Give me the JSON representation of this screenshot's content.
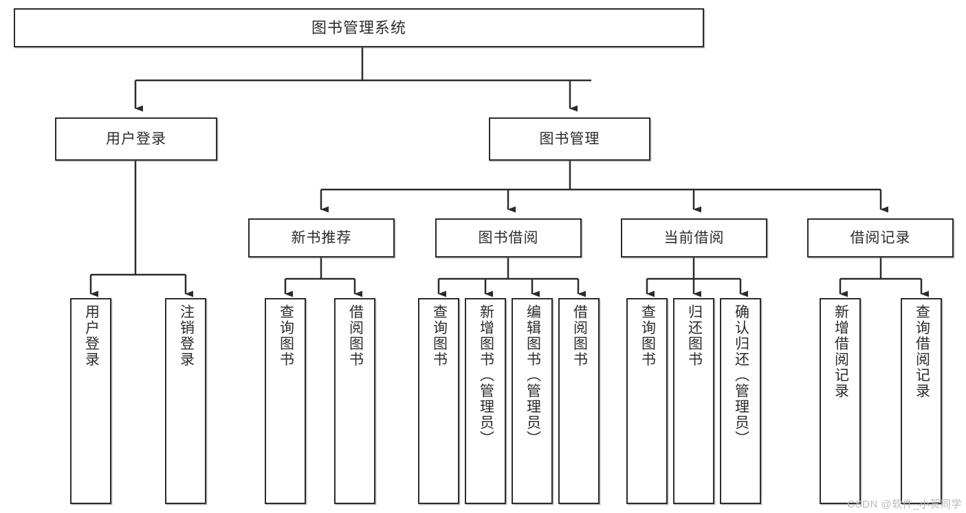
{
  "diagram": {
    "type": "tree-hierarchy",
    "title": "图书管理系统",
    "root": {
      "label": "图书管理系统"
    },
    "level2": [
      {
        "label": "用户登录"
      },
      {
        "label": "图书管理"
      }
    ],
    "level3": [
      {
        "label": "新书推荐"
      },
      {
        "label": "图书借阅"
      },
      {
        "label": "当前借阅"
      },
      {
        "label": "借阅记录"
      }
    ],
    "leaves": {
      "user_login": [
        {
          "label": "用户登录"
        },
        {
          "label": "注销登录"
        }
      ],
      "new_book_recommend": [
        {
          "label": "查询图书"
        },
        {
          "label": "借阅图书"
        }
      ],
      "book_borrow": [
        {
          "label": "查询图书"
        },
        {
          "label": "新增图书（管理员）"
        },
        {
          "label": "编辑图书（管理员）"
        },
        {
          "label": "借阅图书"
        }
      ],
      "current_borrow": [
        {
          "label": "查询图书"
        },
        {
          "label": "归还图书"
        },
        {
          "label": "确认归还（管理员）"
        }
      ],
      "borrow_records": [
        {
          "label": "新增借阅记录"
        },
        {
          "label": "查询借阅记录"
        }
      ]
    }
  },
  "watermark": {
    "text": "CSDN @软件_小贺同学"
  },
  "colors": {
    "border": "#2b2b2b",
    "background": "#ffffff",
    "text": "#2b2b2b",
    "watermark": "#b9b9b9"
  }
}
